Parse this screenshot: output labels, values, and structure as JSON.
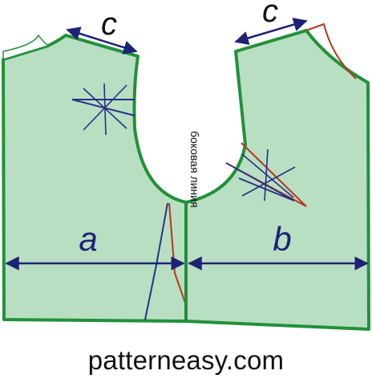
{
  "colors": {
    "fill": "#b9dfc3",
    "outline": "#22913a",
    "measure": "#1e2277",
    "dart_red": "#b5381e",
    "dart_blue": "#2b2f86",
    "text": "#111111"
  },
  "labels": {
    "c_left": "c",
    "c_right": "c",
    "a": "a",
    "b": "b",
    "side_line": "боковая линия"
  },
  "footer": {
    "site": "patterneasy.com"
  }
}
